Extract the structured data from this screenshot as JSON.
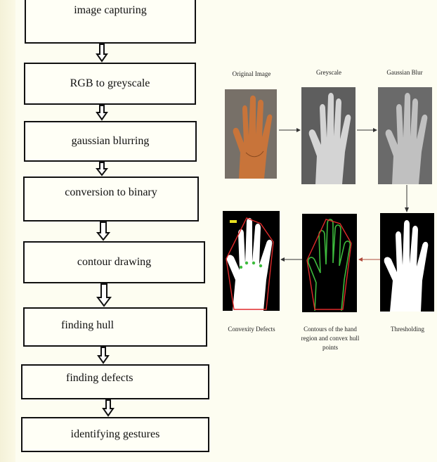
{
  "flowchart": {
    "steps": [
      "image capturing",
      "RGB to greyscale",
      "gaussian blurring",
      "conversion to binary",
      "contour drawing",
      "finding hull",
      "finding defects",
      "identifying gestures"
    ]
  },
  "pipeline": {
    "top_labels": [
      "Original Image",
      "Greyscale",
      "Gaussian Blur"
    ],
    "bottom_captions": [
      "Convexity Defects",
      "Contours of the hand region and convex hull points",
      "Thresholding"
    ]
  },
  "colors": {
    "background": "#fdfdf1",
    "skin": "#c8743a",
    "hull_red": "#e02a2a",
    "contour_green": "#3dbb3d"
  }
}
